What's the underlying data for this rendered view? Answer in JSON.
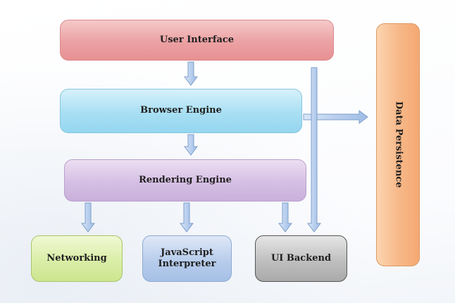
{
  "diagram": {
    "nodes": {
      "user_interface": "User Interface",
      "browser_engine": "Browser Engine",
      "rendering_engine": "Rendering Engine",
      "networking": "Networking",
      "javascript_interpreter": "JavaScript\nInterpreter",
      "ui_backend": "UI Backend",
      "data_persistence": "Data Persistence"
    },
    "edges": [
      {
        "from": "User Interface",
        "to": "Browser Engine"
      },
      {
        "from": "Browser Engine",
        "to": "Rendering Engine"
      },
      {
        "from": "Rendering Engine",
        "to": "Networking"
      },
      {
        "from": "Rendering Engine",
        "to": "JavaScript Interpreter"
      },
      {
        "from": "Rendering Engine",
        "to": "UI Backend"
      },
      {
        "from": "User Interface",
        "to": "UI Backend"
      },
      {
        "from": "Browser Engine",
        "to": "Data Persistence"
      }
    ],
    "colors": {
      "user_interface": "#eba1a3",
      "browser_engine": "#a8dff3",
      "rendering_engine": "#d5bfe3",
      "networking": "#daeea7",
      "javascript_interpreter": "#b8cdec",
      "ui_backend": "#bfbfbf",
      "data_persistence": "#f7b98a",
      "arrow_fill": "#c6d9f1",
      "arrow_stroke": "#7f9fca"
    }
  }
}
